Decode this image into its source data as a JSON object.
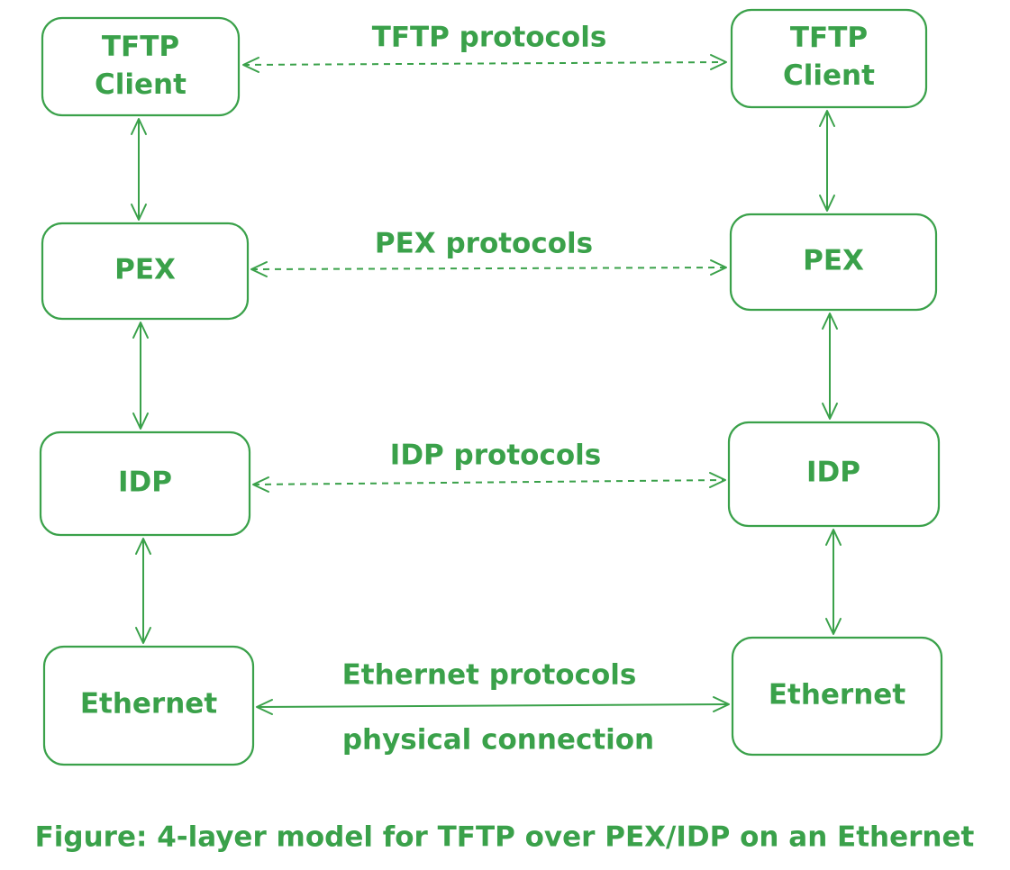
{
  "colors": {
    "stroke": "#3aa14a"
  },
  "left_stack": {
    "tftp": "TFTP\nClient",
    "pex": "PEX",
    "idp": "IDP",
    "ethernet": "Ethernet"
  },
  "right_stack": {
    "tftp": "TFTP\nClient",
    "pex": "PEX",
    "idp": "IDP",
    "ethernet": "Ethernet"
  },
  "peer_links": {
    "tftp": "TFTP protocols",
    "pex": "PEX protocols",
    "idp": "IDP protocols",
    "ethernet": "Ethernet protocols",
    "ethernet_sub": "physical connection"
  },
  "caption": "Figure: 4-layer model for TFTP over PEX/IDP on an Ethernet"
}
